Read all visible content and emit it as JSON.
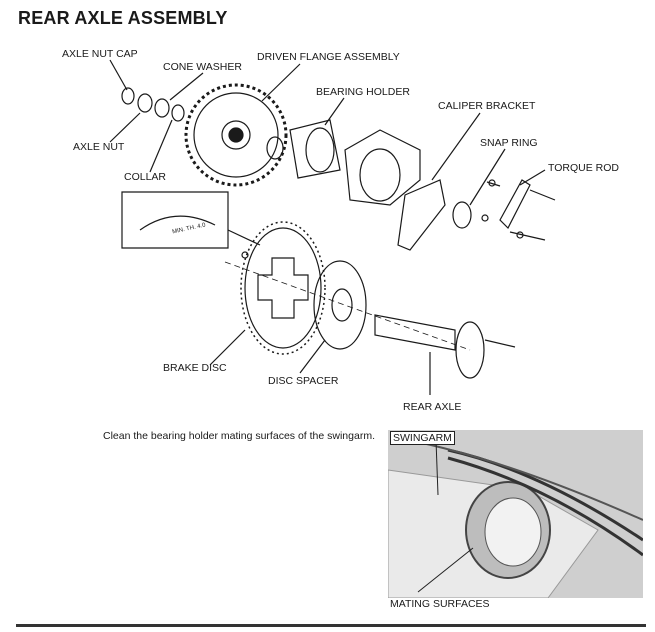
{
  "page": {
    "title": "REAR AXLE ASSEMBLY"
  },
  "diagram": {
    "labels": {
      "axle_nut_cap": "AXLE NUT CAP",
      "cone_washer": "CONE WASHER",
      "driven_flange_assembly": "DRIVEN FLANGE ASSEMBLY",
      "bearing_holder": "BEARING HOLDER",
      "caliper_bracket": "CALIPER BRACKET",
      "snap_ring": "SNAP RING",
      "torque_rod": "TORQUE ROD",
      "axle_nut": "AXLE NUT",
      "collar": "COLLAR",
      "brake_disc": "BRAKE DISC",
      "disc_spacer": "DISC SPACER",
      "rear_axle": "REAR AXLE"
    },
    "inset_text": "MIN. TH. 4.0"
  },
  "instruction": {
    "text": "Clean the bearing holder mating surfaces of the swingarm."
  },
  "photo": {
    "swingarm_label": "SWINGARM",
    "mating_label": "MATING SURFACES"
  },
  "colors": {
    "ink": "#1a1a1a",
    "photo_bg": "#cfcfcf"
  }
}
